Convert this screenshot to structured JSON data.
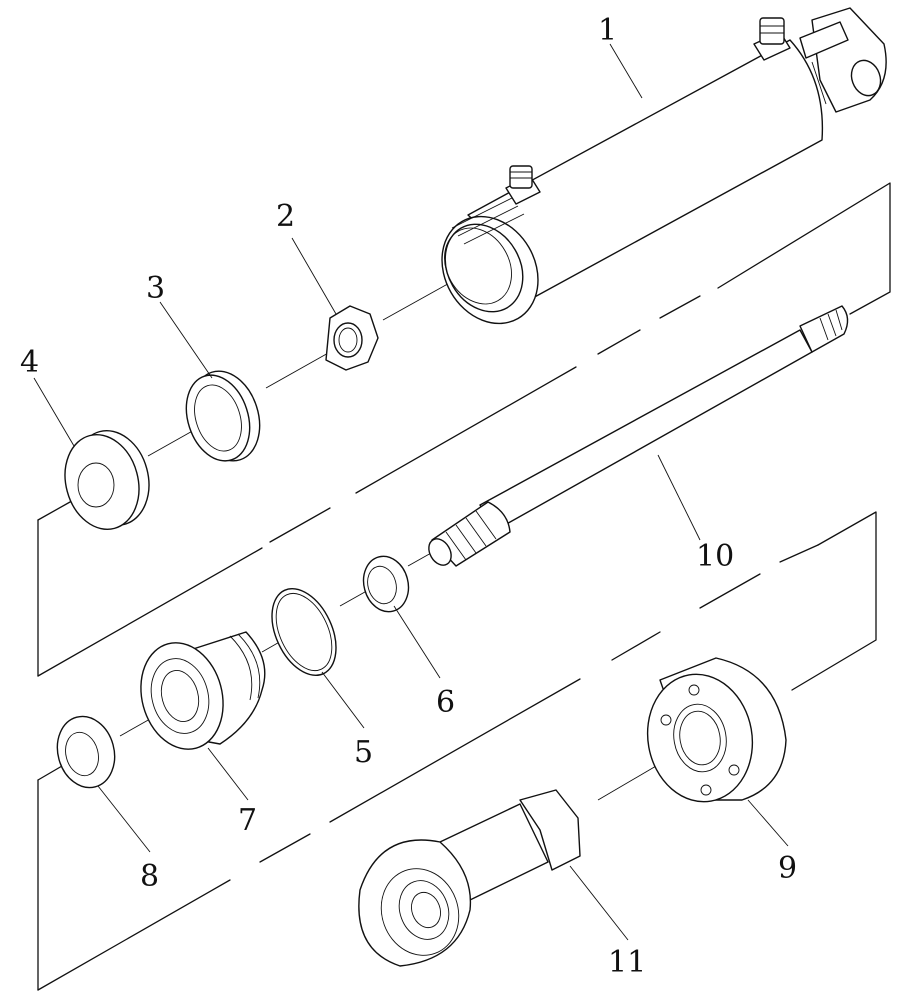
{
  "diagram": {
    "type": "exploded parts view",
    "callouts": [
      {
        "id": "callout-1",
        "text": "1"
      },
      {
        "id": "callout-2",
        "text": "2"
      },
      {
        "id": "callout-3",
        "text": "3"
      },
      {
        "id": "callout-4",
        "text": "4"
      },
      {
        "id": "callout-5",
        "text": "5"
      },
      {
        "id": "callout-6",
        "text": "6"
      },
      {
        "id": "callout-7",
        "text": "7"
      },
      {
        "id": "callout-8",
        "text": "8"
      },
      {
        "id": "callout-9",
        "text": "9"
      },
      {
        "id": "callout-10",
        "text": "10"
      },
      {
        "id": "callout-11",
        "text": "11"
      }
    ]
  }
}
